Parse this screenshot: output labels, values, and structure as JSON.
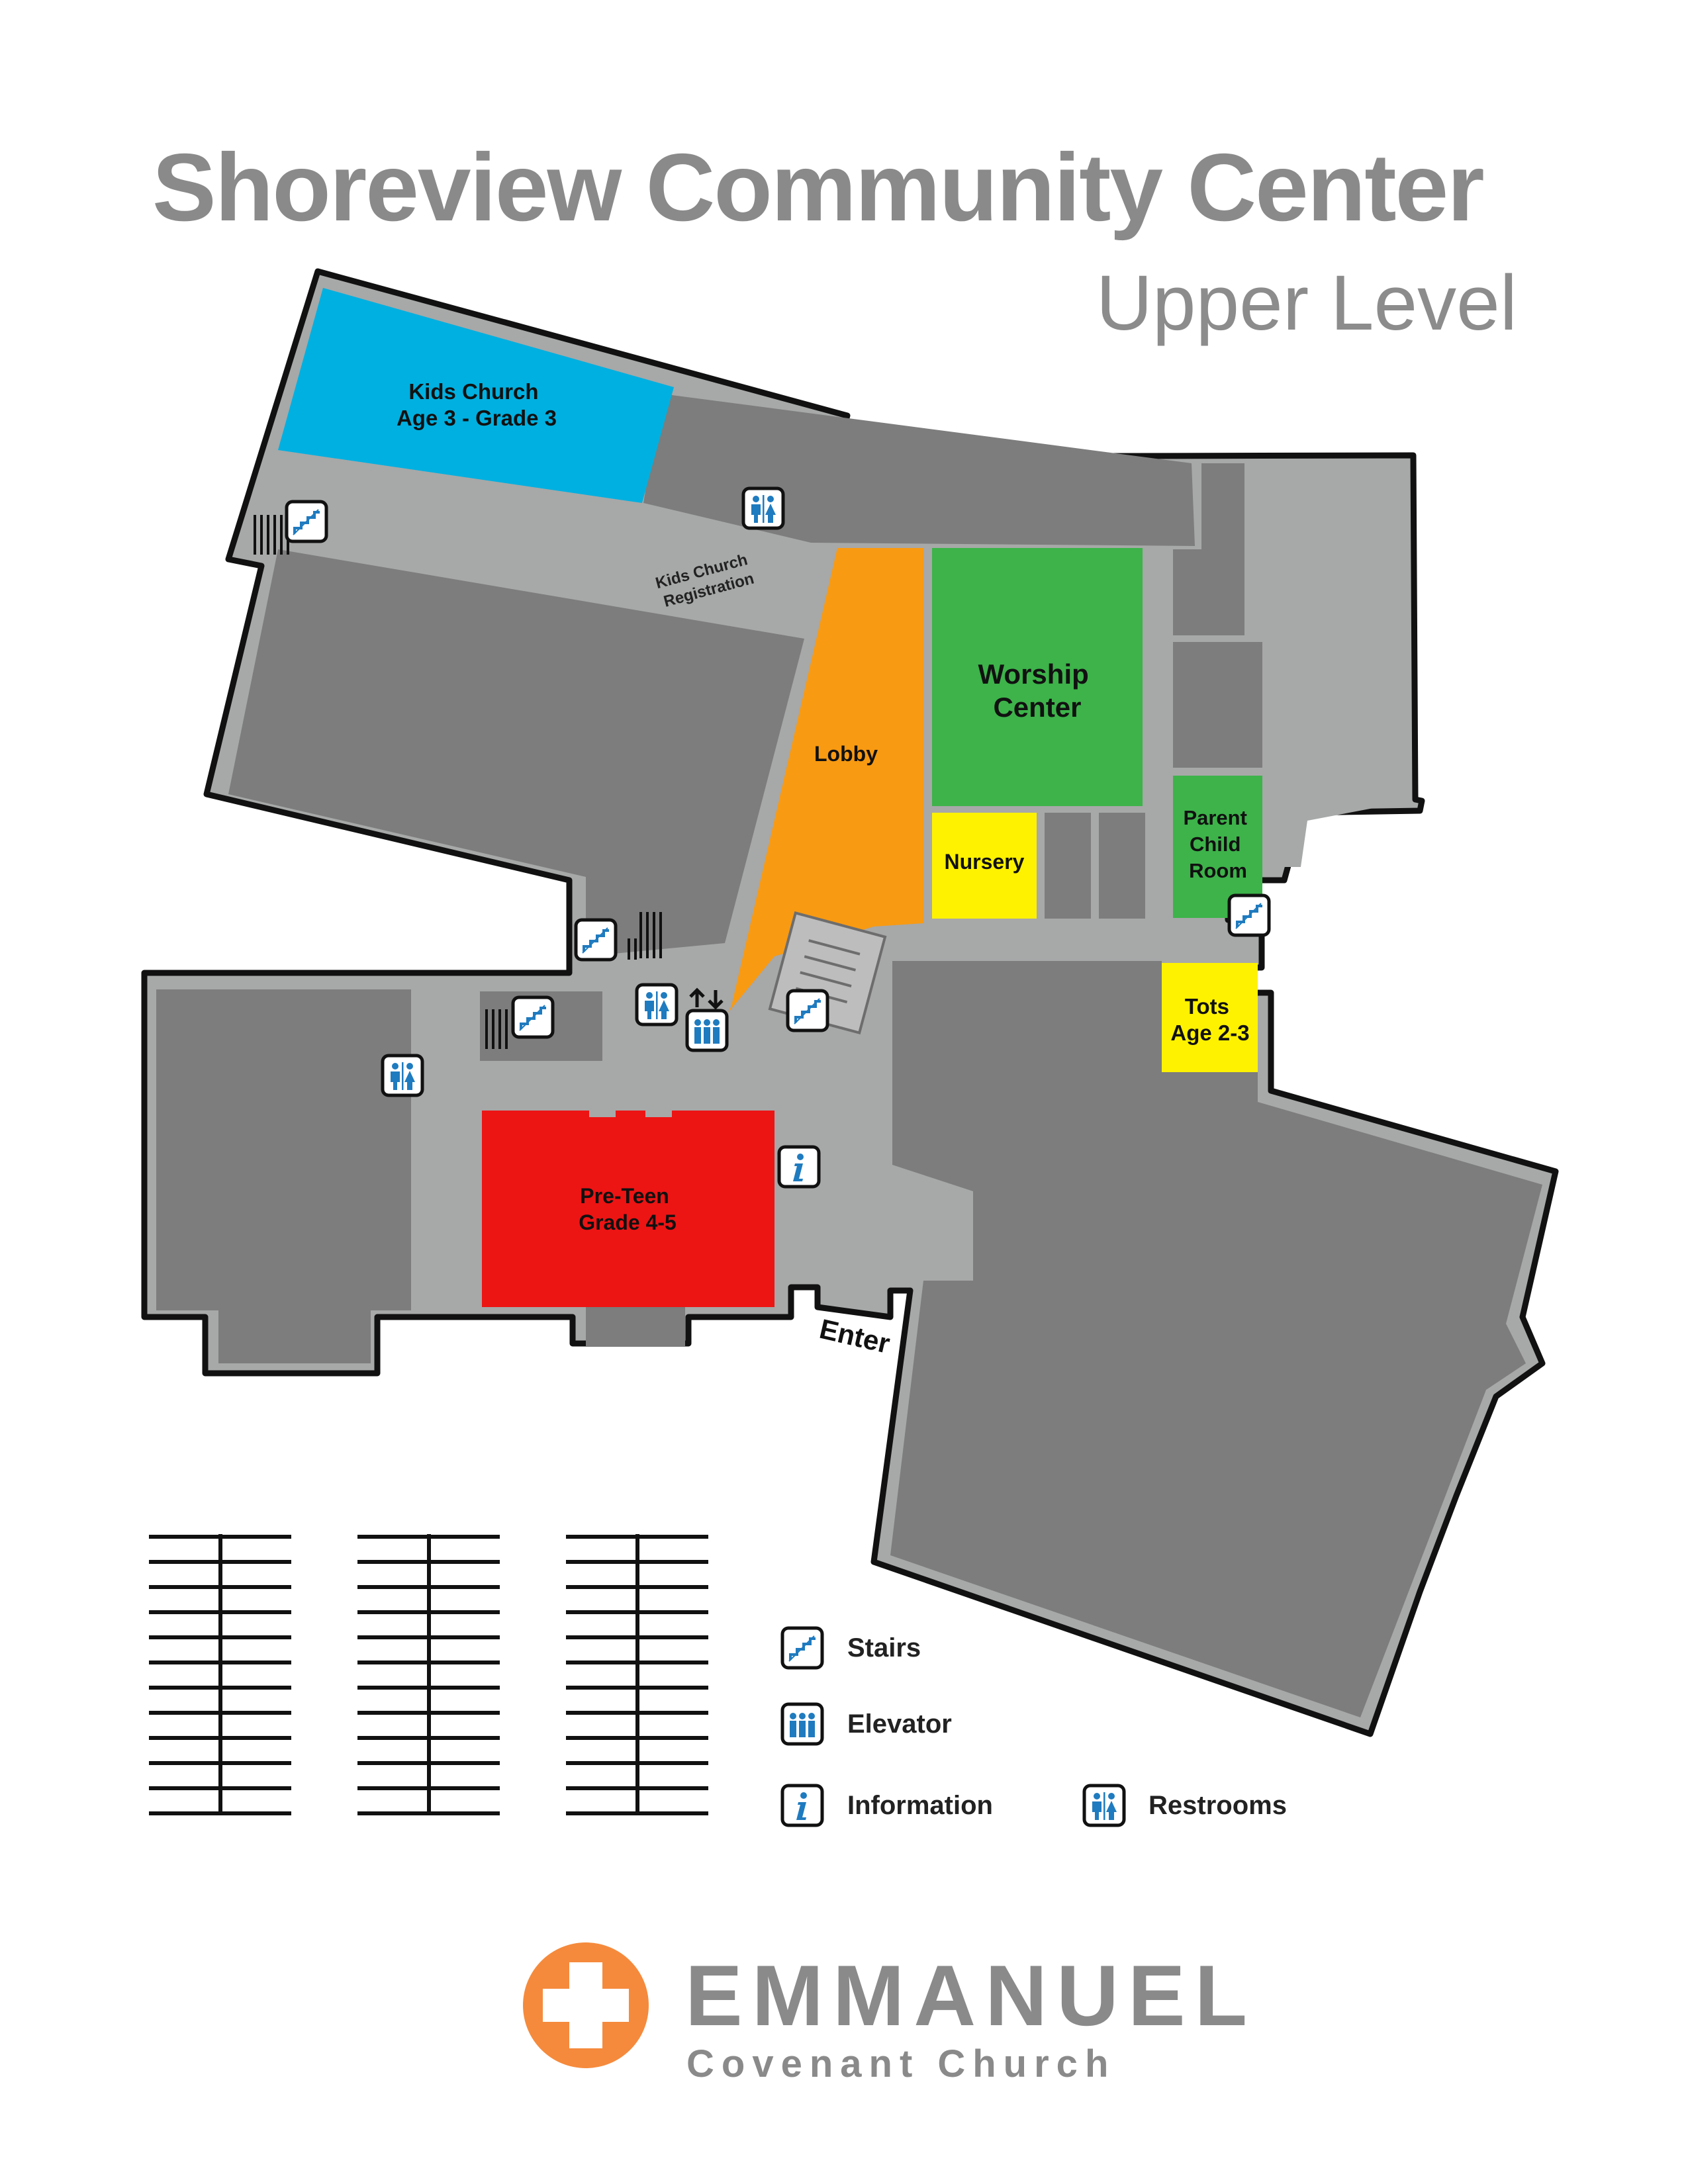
{
  "header": {
    "title": "Shoreview Community Center",
    "subtitle": "Upper Level"
  },
  "rooms": {
    "kids_church": {
      "line1": "Kids Church",
      "line2": "Age 3 - Grade 3",
      "color": "#00b0e0"
    },
    "kids_registration": {
      "line1": "Kids Church",
      "line2": "Registration"
    },
    "worship_center": {
      "line1": "Worship",
      "line2": "Center",
      "color": "#3db34a"
    },
    "lobby": {
      "label": "Lobby",
      "color": "#f89a12"
    },
    "nursery": {
      "label": "Nursery",
      "color": "#fff200"
    },
    "parent_child_room": {
      "line1": "Parent",
      "line2": "Child",
      "line3": "Room",
      "color": "#3db34a"
    },
    "tots": {
      "line1": "Tots",
      "line2": "Age 2-3",
      "color": "#fff200"
    },
    "pre_teen": {
      "line1": "Pre-Teen",
      "line2": "Grade 4-5",
      "color": "#ed1414"
    },
    "enter": {
      "label": "Enter"
    }
  },
  "legend": {
    "stairs": "Stairs",
    "elevator": "Elevator",
    "information": "Information",
    "restrooms": "Restrooms"
  },
  "icons": [
    "stairs-icon",
    "elevator-icon",
    "information-icon",
    "restroom-icon",
    "orange-cross-logo"
  ],
  "logo": {
    "name": "EMMANUEL",
    "tagline": "Covenant Church",
    "accent": "#f58a3c"
  },
  "colors": {
    "building_outline": "#111111",
    "corridor": "#a7a8a8",
    "room_dark": "#7c7d7c",
    "icon_blue": "#1f7bbf",
    "text_gray": "#8a8a8a"
  }
}
